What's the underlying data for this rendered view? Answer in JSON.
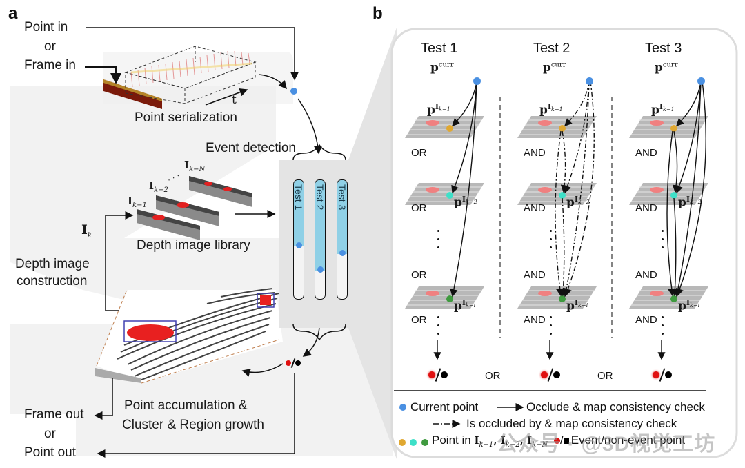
{
  "panel_a": {
    "letter": "a",
    "input_labels": [
      "Point in",
      "or",
      "Frame in"
    ],
    "point_serialization": "Point serialization",
    "time_axis": "t",
    "event_detection": "Event detection",
    "depth_library": {
      "title": "Depth image library",
      "frames": [
        "I",
        "I",
        "I"
      ],
      "frame_subs": [
        "k−1",
        "k−2",
        "k−N"
      ],
      "ellipsis": "· · ·"
    },
    "current_image": {
      "base": "I",
      "sub": "k"
    },
    "depth_construction": [
      "Depth image",
      "construction"
    ],
    "tests": [
      "Test 1",
      "Test 2",
      "Test 3"
    ],
    "tests_fill_fraction": [
      0.56,
      0.76,
      0.62
    ],
    "accumulation": [
      "Point accumulation &",
      "Cluster & Region growth"
    ],
    "output_labels": [
      "Frame out",
      "or",
      "Point out"
    ]
  },
  "panel_b": {
    "letter": "b",
    "columns": [
      {
        "title": "Test 1",
        "logic": "OR",
        "arrow_style": "solid-single"
      },
      {
        "title": "Test 2",
        "logic": "AND",
        "arrow_style": "dash-dot-multi"
      },
      {
        "title": "Test 3",
        "logic": "AND",
        "arrow_style": "solid-multi"
      }
    ],
    "p_curr": {
      "base": "p",
      "sup": "curr"
    },
    "point_labels": [
      {
        "base": "p",
        "sup": "I",
        "sub": "k−1"
      },
      {
        "base": "p",
        "sup": "I",
        "sub": "k−2"
      },
      {
        "base": "p",
        "sup": "I",
        "sub": "k−i"
      }
    ],
    "between_columns": "OR",
    "colors": {
      "current_point": "#4a90e2",
      "frame_k1": "#e0a832",
      "frame_k2": "#3ee0c8",
      "frame_ki": "#3f9a3f",
      "event_point": "#e01010",
      "non_event_point": "#000000",
      "test_fill": "#8fd0e6"
    },
    "legend": {
      "current_point": "Current point",
      "solid_arrow": "Occlude & map consistency check",
      "dashdot_arrow": "Is occluded by & map consistency check",
      "points_in": "Point in",
      "points_in_frames": [
        "I",
        "I",
        "I"
      ],
      "points_in_subs": [
        "k−1",
        "k−2",
        "k−N"
      ],
      "event": "Event/non-event point"
    }
  },
  "watermark": "公众号 · @3D视觉工坊"
}
